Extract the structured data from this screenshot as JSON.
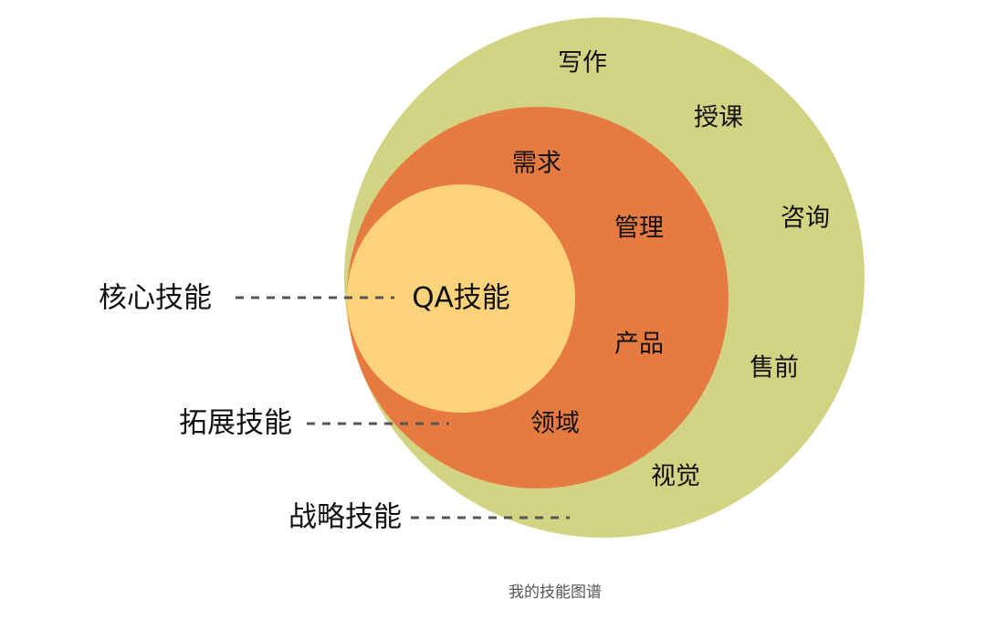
{
  "colors": {
    "strategic": "#D3D384",
    "extended": "#E67B42",
    "core": "#FCD37B"
  },
  "legend": {
    "core": "核心技能",
    "extended": "拓展技能",
    "strategic": "战略技能"
  },
  "core_circle": {
    "label": "QA技能"
  },
  "extended_circle": {
    "items": [
      "需求",
      "管理",
      "产品",
      "领域"
    ]
  },
  "strategic_circle": {
    "items": [
      "写作",
      "授课",
      "咨询",
      "售前",
      "视觉"
    ]
  },
  "caption": "我的技能图谱"
}
